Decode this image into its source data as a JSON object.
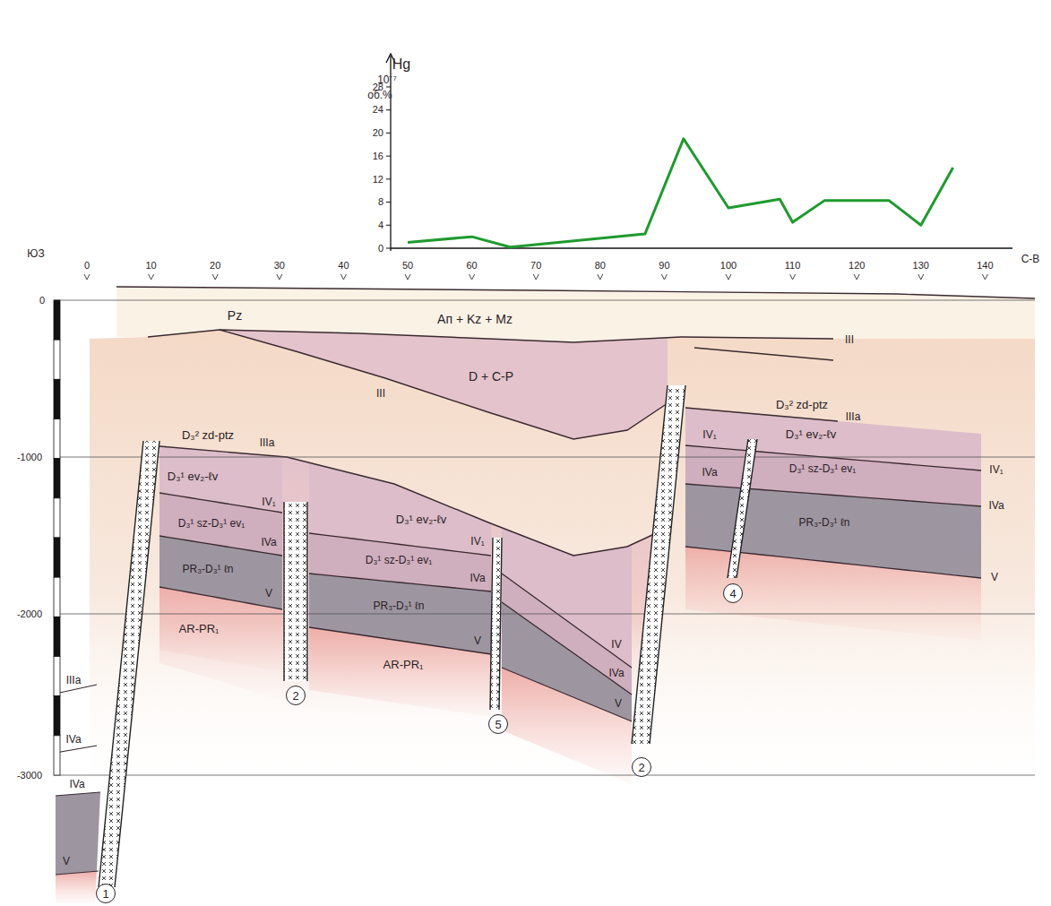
{
  "diagram": {
    "nodes": [
      {
        "text": [
          "1"
        ]
      },
      {
        "text": [
          "2"
        ]
      },
      {
        "text": [
          "5"
        ]
      },
      {
        "text": [
          "2"
        ]
      },
      {
        "text": [
          "4"
        ]
      }
    ],
    "labels": [
      "Hg",
      "10⁻⁷",
      "об.%",
      "0",
      "4",
      "8",
      "12",
      "16",
      "20",
      "24",
      "28",
      "ЮЗ",
      "0",
      "10",
      "20",
      "30",
      "40",
      "50",
      "60",
      "70",
      "80",
      "90",
      "100",
      "110",
      "120",
      "130",
      "140",
      "С-В",
      "0",
      "-1000",
      "-2000",
      "-3000",
      "Pz",
      "Ап + Kz + Mz",
      "D + C-P",
      "III",
      "III",
      "D₃² zd-ptz",
      "IIIa",
      "D₃¹ ev₂-ℓv",
      "IV₁",
      "D₃¹ sz-D₃¹ ev₁",
      "IVa",
      "PR₃-D₃¹ ℓn",
      "V",
      "AR-PR₁",
      "D₃¹ ev₂-ℓv",
      "IV₁",
      "D₃¹ sz-D₃¹ ev₁",
      "IVa",
      "PR₃-D₃¹ ℓn",
      "V",
      "AR-PR₁",
      "IV",
      "IVa",
      "V",
      "D₃² zd-ptz",
      "IIIa",
      "D₃¹ ev₂-ℓv",
      "IV₁",
      "IV₁",
      "D₃¹ sz-D₃¹ ev₁",
      "IVa",
      "IVa",
      "PR₃-D₃¹ ℓn",
      "V",
      "IIIa",
      "IVa",
      "IVa",
      "V"
    ]
  }
}
